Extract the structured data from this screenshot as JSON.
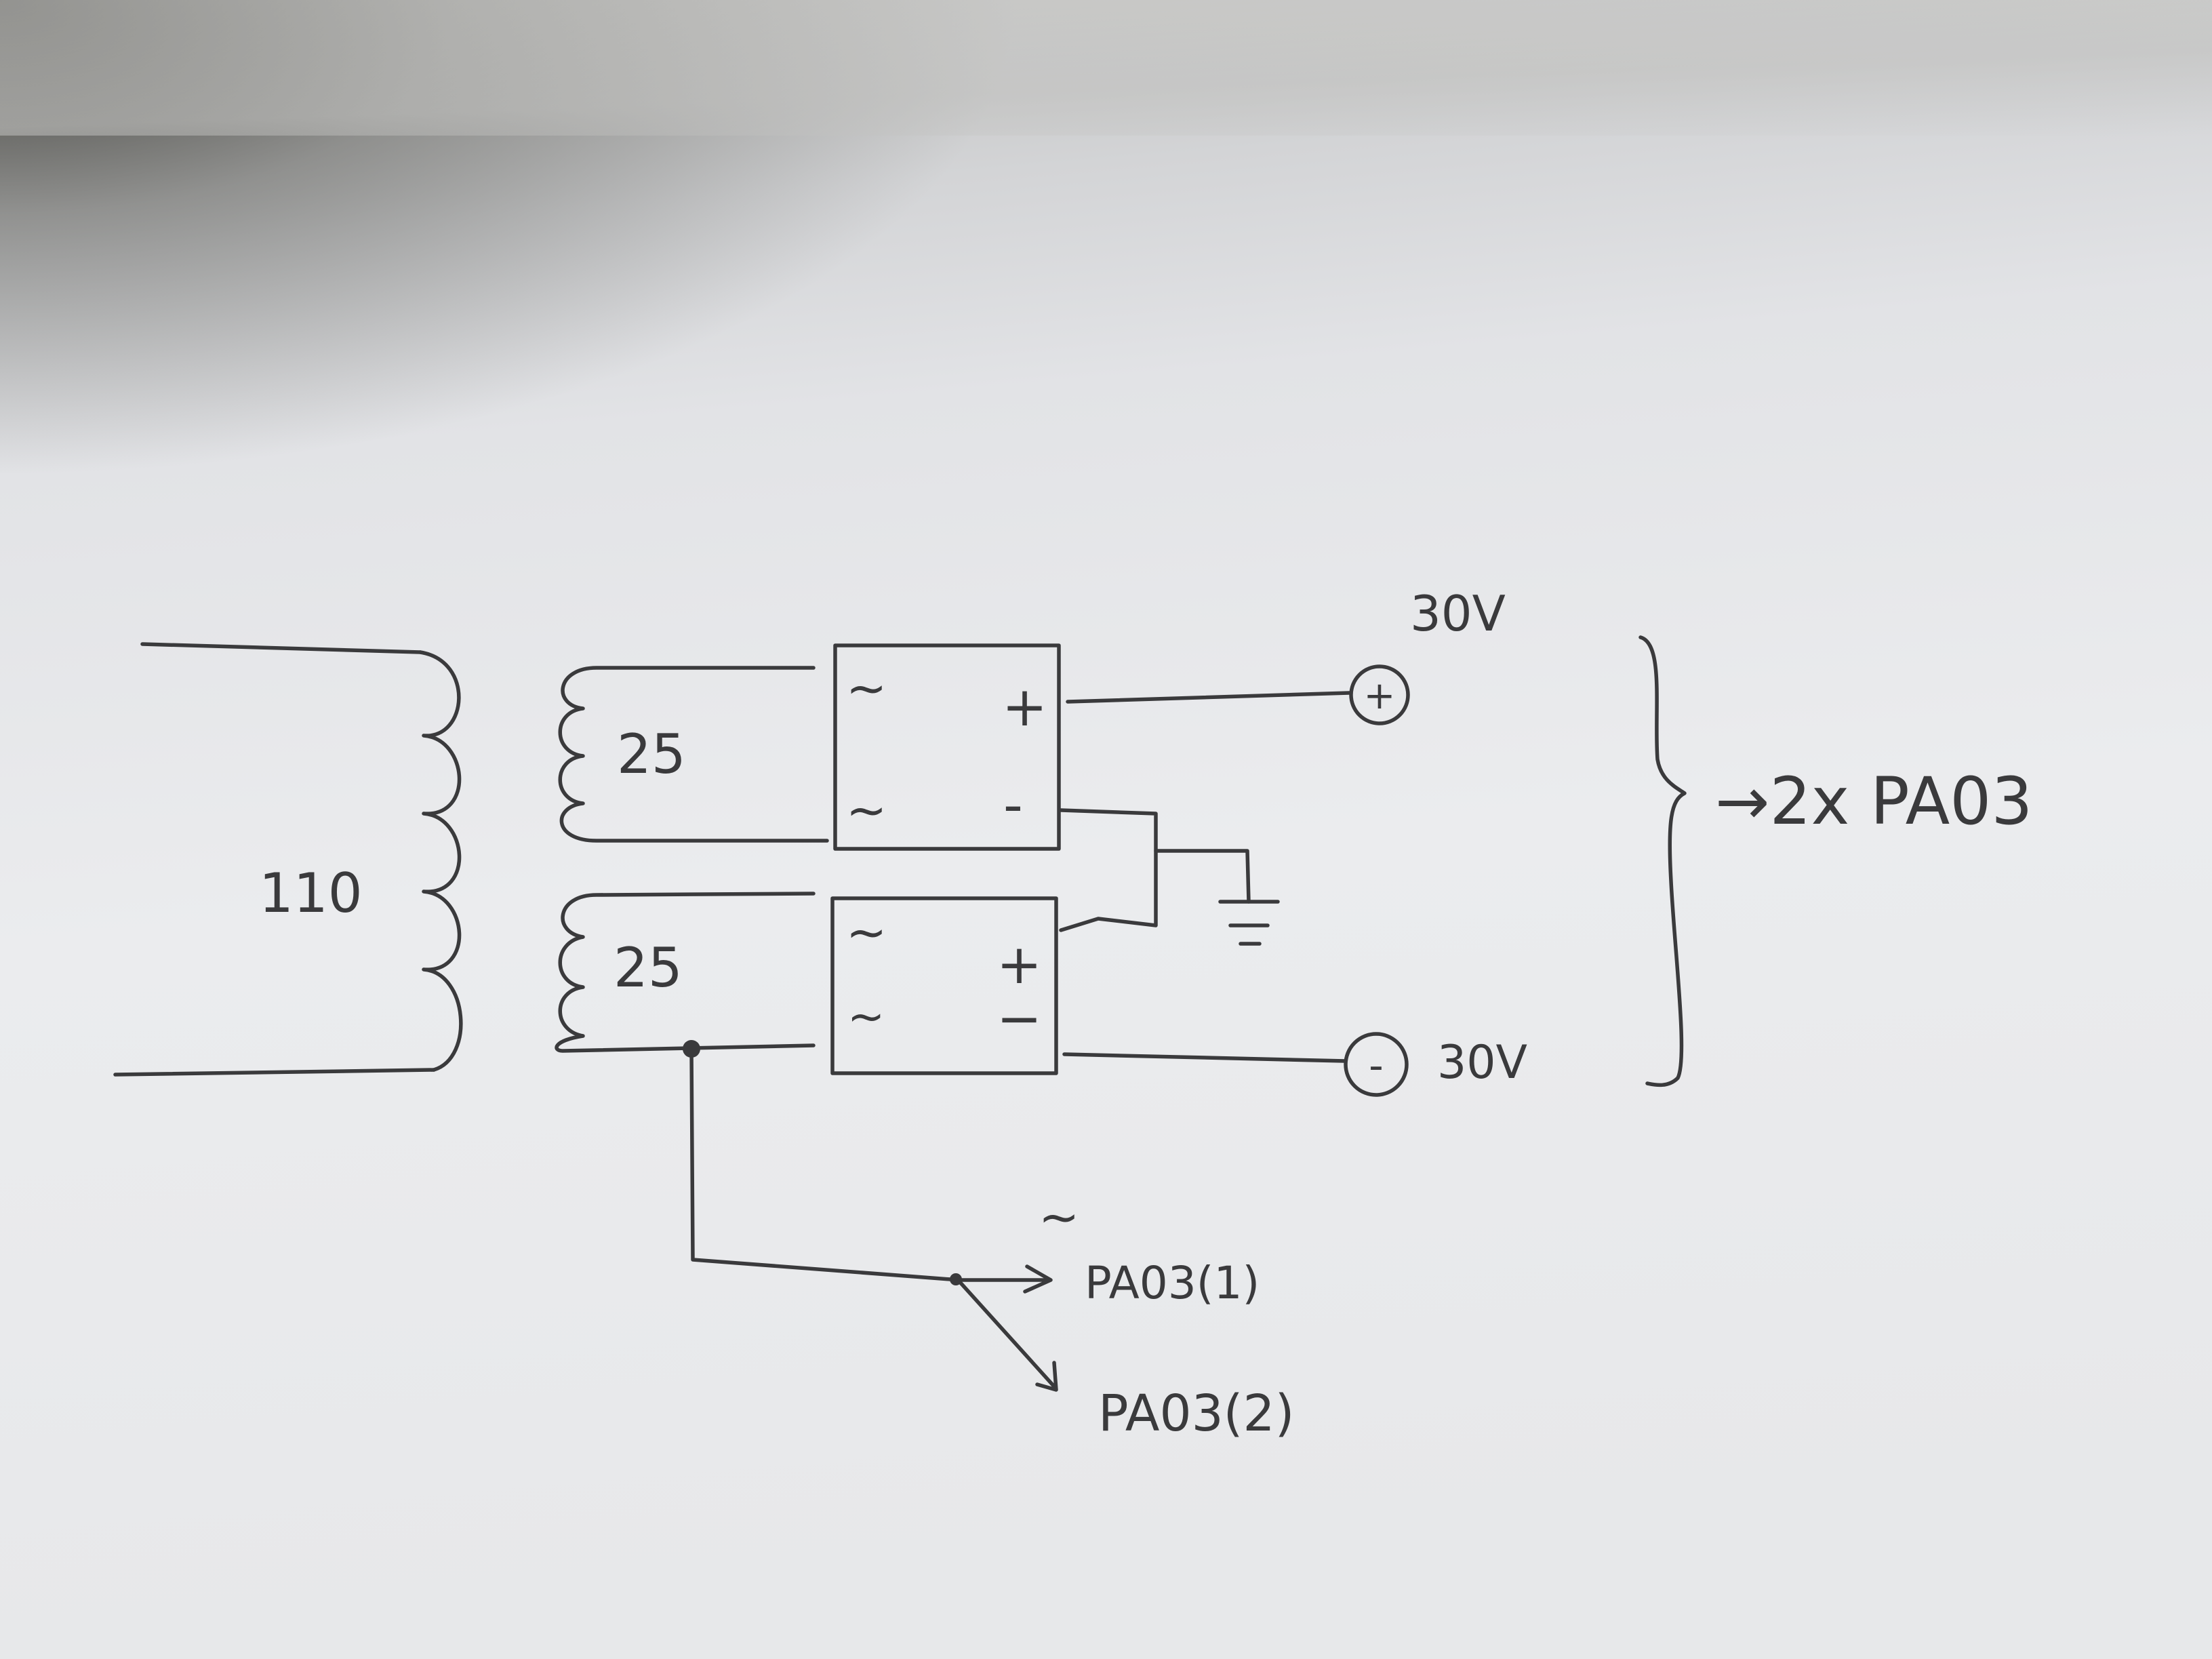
{
  "labels": {
    "primary": "110",
    "secondary_top": "25",
    "secondary_bottom": "25",
    "ac_top_1": "~",
    "ac_top_2": "~",
    "ac_bottom_1": "~",
    "ac_bottom_2": "~",
    "plus_top": "+",
    "minus_top": "-",
    "plus_bottom": "+",
    "minus_bottom": "−",
    "terminal_plus": "+",
    "terminal_minus": "-",
    "voltage_top": "30V",
    "voltage_bottom": "30V",
    "output_count": "→2x PA03",
    "ac_mark": "~",
    "pa03_1": "PA03(1)",
    "pa03_2": "PA03(2)"
  },
  "colors": {
    "ink": "#3a3a3c",
    "paper": "#e9eaec"
  }
}
